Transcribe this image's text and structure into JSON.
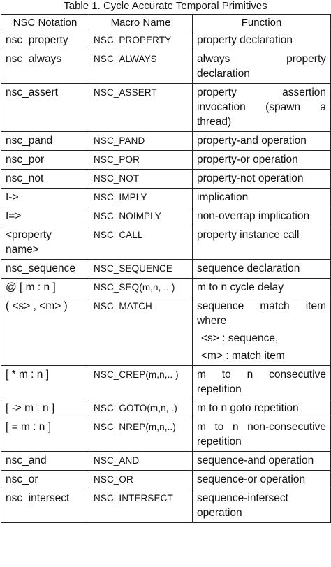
{
  "caption": "Table 1. Cycle Accurate Temporal Primitives",
  "headers": [
    "NSC Notation",
    "Macro Name",
    "Function"
  ],
  "rows": [
    {
      "notation": "nsc_property",
      "macro": "NSC_PROPERTY",
      "function": "property declaration"
    },
    {
      "notation": "nsc_always",
      "macro": "NSC_ALWAYS",
      "function": "always property declaration"
    },
    {
      "notation": "nsc_assert",
      "macro": "NSC_ASSERT",
      "function": "property assertion invocation (spawn a thread)"
    },
    {
      "notation": "nsc_pand",
      "macro": "NSC_PAND",
      "function": "property-and operation"
    },
    {
      "notation": "nsc_por",
      "macro": "NSC_POR",
      "function": "property-or operation"
    },
    {
      "notation": "nsc_not",
      "macro": "NSC_NOT",
      "function": "property-not operation"
    },
    {
      "notation": "I->",
      "macro": "NSC_IMPLY",
      "function": "implication"
    },
    {
      "notation": "I=>",
      "macro": "NSC_NOIMPLY",
      "function": "non-overrap implication"
    },
    {
      "notation": "<property name>",
      "macro": "NSC_CALL",
      "function": "property instance call"
    },
    {
      "notation": "nsc_sequence",
      "macro": "NSC_SEQUENCE",
      "function": "sequence declaration"
    },
    {
      "notation": "@ [ m : n ]",
      "macro": "NSC_SEQ(m,n, .. )",
      "function": "m to n cycle delay"
    },
    {
      "notation": "( <s> , <m> )",
      "macro": "NSC_MATCH",
      "function": "sequence match item where",
      "sub1": "<s> : sequence,",
      "sub2": "<m> : match item"
    },
    {
      "notation": "[ * m : n ]",
      "macro": "NSC_CREP(m,n,.. )",
      "function": "m to n consecutive repetition"
    },
    {
      "notation": "[ -> m : n ]",
      "macro": "NSC_GOTO(m,n,..)",
      "function": "m to n goto repetition"
    },
    {
      "notation": "[ = m : n ]",
      "macro": "NSC_NREP(m,n,..)",
      "function": "m to n non-consecutive repetition"
    },
    {
      "notation": "nsc_and",
      "macro": "NSC_AND",
      "function": "sequence-and operation"
    },
    {
      "notation": "nsc_or",
      "macro": "NSC_OR",
      "function": "sequence-or operation"
    },
    {
      "notation": "nsc_intersect",
      "macro": "NSC_INTERSECT",
      "function": "sequence-intersect operation"
    }
  ]
}
